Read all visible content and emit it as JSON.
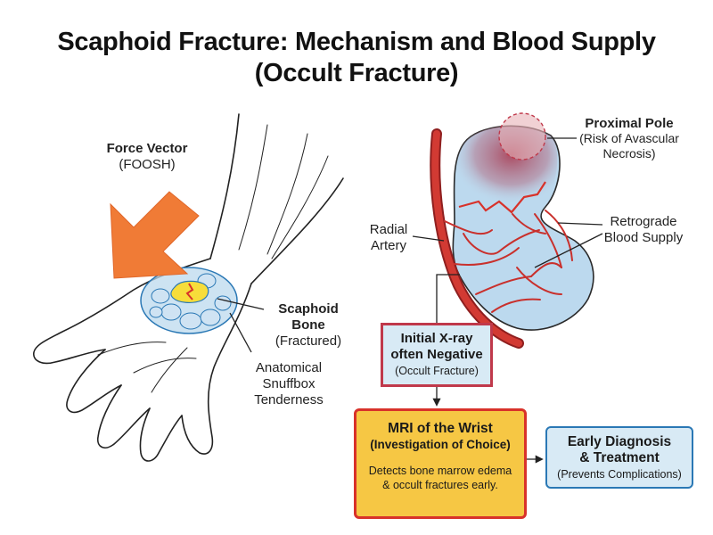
{
  "title_line1": "Scaphoid Fracture: Mechanism and Blood Supply",
  "title_line2": "(Occult Fracture)",
  "labels": {
    "force_title": "Force Vector",
    "force_sub": "(FOOSH)",
    "scaphoid_title_1": "Scaphoid",
    "scaphoid_title_2": "Bone",
    "scaphoid_sub": "(Fractured)",
    "snuffbox_1": "Anatomical",
    "snuffbox_2": "Snuffbox",
    "snuffbox_3": "Tenderness",
    "proximal_title": "Proximal Pole",
    "proximal_sub_1": "(Risk of Avascular",
    "proximal_sub_2": "Necrosis)",
    "radial_1": "Radial",
    "radial_2": "Artery",
    "retro_1": "Retrograde",
    "retro_2": "Blood Supply"
  },
  "boxes": {
    "xray_title_1": "Initial X-ray",
    "xray_title_2": "often Negative",
    "xray_sub": "(Occult Fracture)",
    "mri_title": "MRI of the Wrist",
    "mri_sub": "(Investigation of Choice)",
    "mri_desc_1": "Detects bone marrow edema",
    "mri_desc_2": "& occult fractures early.",
    "early_title_1": "Early Diagnosis",
    "early_title_2": "& Treatment",
    "early_sub": "(Prevents Complications)"
  },
  "colors": {
    "arrow_orange": "#f07b36",
    "fracture_red": "#d8322a",
    "bone_blue": "#bcd9ee",
    "scaphoid_yellow": "#f7dd3a",
    "mri_fill": "#f6c744",
    "box_blue": "#d8eaf5",
    "artery_red": "#c9302c"
  }
}
